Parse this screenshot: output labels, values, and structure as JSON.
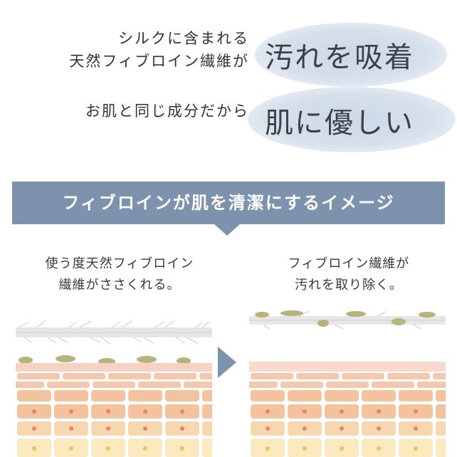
{
  "claims": {
    "line1a": "シルクに含まれる",
    "line1b": "天然フィブロイン繊維が",
    "highlight1": "汚れを吸着",
    "line2": "お肌と同じ成分だから",
    "highlight2": "肌に優しい"
  },
  "banner": {
    "title": "フィブロインが肌を清潔にするイメージ"
  },
  "captions": {
    "left_line1": "使う度天然フィブロイン",
    "left_line2": "繊維がささくれる。",
    "right_line1": "フィブロイン繊維が",
    "right_line2": "汚れを取り除く。"
  },
  "colors": {
    "banner": "#7d93ad",
    "oval": "#d6e0ec",
    "fiber": "#e2e2e2",
    "dirt": "#b7b27a",
    "skin_top": "#f6cfc0",
    "skin_mid": "#f4c9a8",
    "skin_deep": "#fbe7b3",
    "cell_dot_red": "#e9826b",
    "cell_dot_yellow": "#f2c14e"
  },
  "icons": {
    "next_arrow": "triangle-right-icon",
    "banner_pointer": "triangle-down-icon"
  }
}
